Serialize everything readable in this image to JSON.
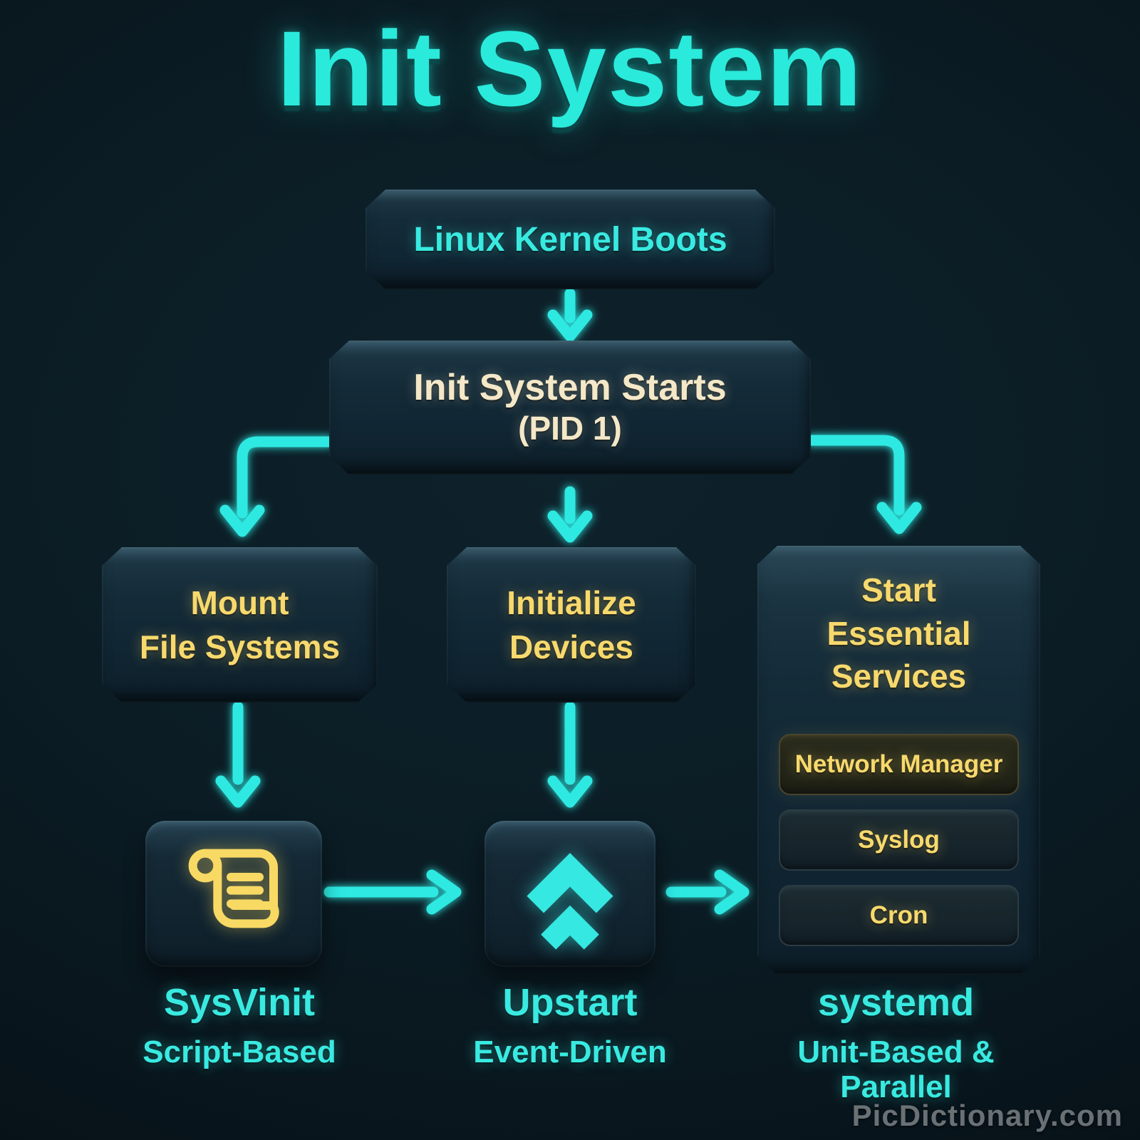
{
  "title": "Init System",
  "flow": {
    "kernel": {
      "label": "Linux Kernel Boots"
    },
    "init": {
      "line1": "Init System Starts",
      "line2": "(PID 1)"
    },
    "mount": {
      "line1": "Mount",
      "line2": "File Systems"
    },
    "devices": {
      "line1": "Initialize",
      "line2": "Devices"
    },
    "services": {
      "line1": "Start",
      "line2": "Essential",
      "line3": "Services",
      "items": [
        "Network Manager",
        "Syslog",
        "Cron"
      ]
    }
  },
  "systems": {
    "sysvinit": {
      "name": "SysVinit",
      "desc": "Script-Based",
      "icon": "scroll-icon"
    },
    "upstart": {
      "name": "Upstart",
      "desc": "Event-Driven",
      "icon": "double-chevron-up-icon"
    },
    "systemd": {
      "name": "systemd",
      "desc": "Unit-Based & Parallel"
    }
  },
  "watermark": "PicDictionary.com",
  "colors": {
    "accent_cyan": "#2fe9e2",
    "accent_yellow": "#f7d96d",
    "cream_text": "#f4e8c8",
    "box_fill": "#142b38",
    "watermark_gray": "#888e92"
  }
}
